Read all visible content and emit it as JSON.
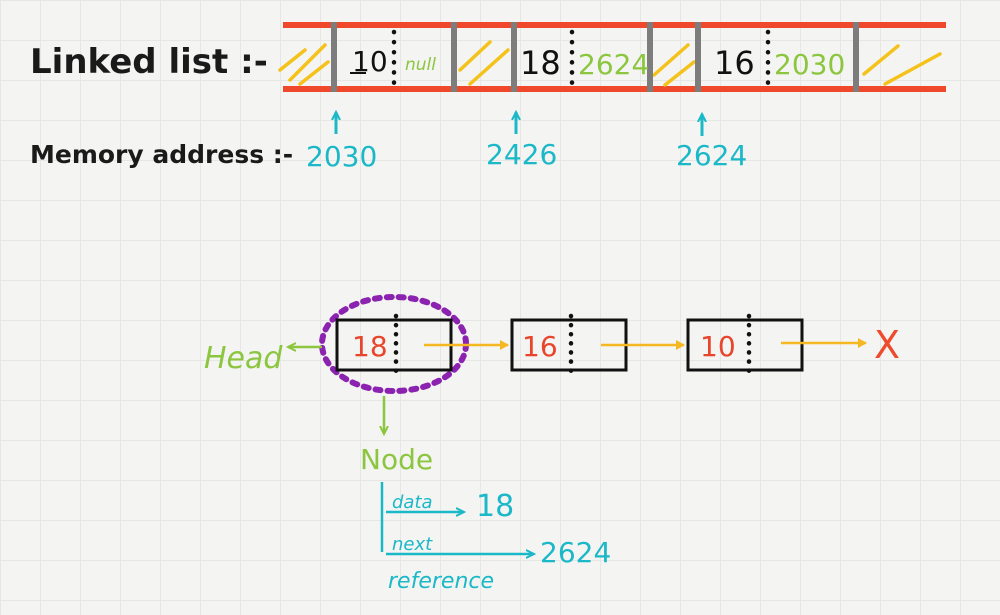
{
  "title": "Linked list :-",
  "memory_label": "Memory address :-",
  "memory_strip": {
    "cells": [
      {
        "data": "10",
        "next": "null"
      },
      {
        "data": "18",
        "next": "2624"
      },
      {
        "data": "16",
        "next": "2030"
      }
    ],
    "addresses": [
      "2030",
      "2426",
      "2624"
    ]
  },
  "list": {
    "head_label": "Head",
    "nodes": [
      "18",
      "16",
      "10"
    ],
    "end_symbol": "X"
  },
  "node_detail": {
    "label": "Node",
    "data_label": "data",
    "data_value": "18",
    "next_label": "next",
    "reference_label": "reference",
    "next_value": "2624"
  },
  "colors": {
    "strip_border": "#f0482a",
    "hatch": "#f4c21a",
    "divider": "#7d7d7d",
    "address": "#1bb8c8",
    "node_value": "#e8452a",
    "arrow": "#f6b820",
    "head": "#8cc63f",
    "highlight": "#8b22b0",
    "end_x": "#ee4a2c"
  }
}
